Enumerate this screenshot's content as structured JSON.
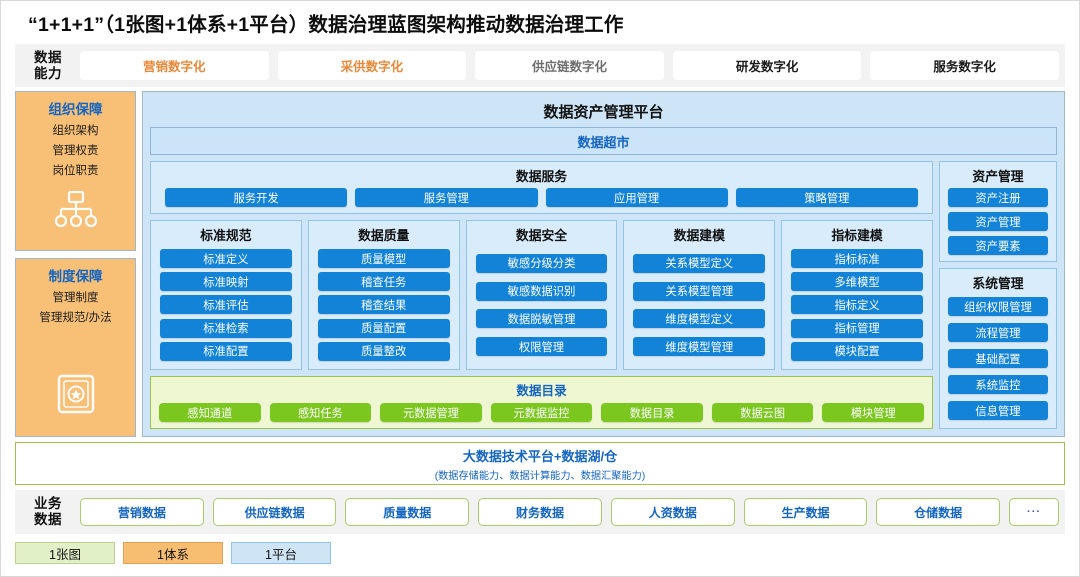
{
  "title": "“1+1+1”（1张图+1体系+1平台）数据治理蓝图架构推动数据治理工作",
  "capability_row": {
    "label": "数据\n能力",
    "label_line1": "数据",
    "label_line2": "能力",
    "items": [
      {
        "label": "营销数字化",
        "style": "orange"
      },
      {
        "label": "采供数字化",
        "style": "orange"
      },
      {
        "label": "供应链数字化",
        "style": "grey"
      },
      {
        "label": "研发数字化",
        "style": "dark"
      },
      {
        "label": "服务数字化",
        "style": "dark"
      }
    ]
  },
  "left_column": {
    "org_guarantee": {
      "title": "组织保障",
      "lines": [
        "组织架构",
        "管理权责",
        "岗位职责"
      ],
      "icon": "org-chart-icon"
    },
    "system_guarantee": {
      "title": "制度保障",
      "lines": [
        "管理制度",
        "管理规范/办法"
      ],
      "icon": "certificate-icon"
    }
  },
  "platform": {
    "title": "数据资产管理平台",
    "mart": "数据超市",
    "data_service": {
      "title": "数据服务",
      "items": [
        "服务开发",
        "服务管理",
        "应用管理",
        "策略管理"
      ]
    },
    "columns": [
      {
        "title": "标准规范",
        "items": [
          "标准定义",
          "标准映射",
          "标准评估",
          "标准检索",
          "标准配置"
        ]
      },
      {
        "title": "数据质量",
        "items": [
          "质量模型",
          "稽查任务",
          "稽查结果",
          "质量配置",
          "质量整改"
        ]
      },
      {
        "title": "数据安全",
        "items": [
          "敏感分级分类",
          "敏感数据识别",
          "数据脱敏管理",
          "权限管理"
        ]
      },
      {
        "title": "数据建模",
        "items": [
          "关系模型定义",
          "关系模型管理",
          "维度模型定义",
          "维度模型管理"
        ]
      },
      {
        "title": "指标建模",
        "items": [
          "指标标准",
          "多维模型",
          "指标定义",
          "指标管理",
          "模块配置"
        ]
      }
    ],
    "catalog": {
      "title": "数据目录",
      "items": [
        "感知通道",
        "感知任务",
        "元数据管理",
        "元数据监控",
        "数据目录",
        "数据云图",
        "模块管理"
      ]
    },
    "side_panels": [
      {
        "title": "资产管理",
        "items": [
          "资产注册",
          "资产管理",
          "资产要素"
        ]
      },
      {
        "title": "系统管理",
        "items": [
          "组织权限管理",
          "流程管理",
          "基础配置",
          "系统监控",
          "信息管理"
        ]
      }
    ]
  },
  "bigdata": {
    "main": "大数据技术平台+数据湖/仓",
    "sub": "(数据存储能力、数据计算能力、数据汇聚能力)"
  },
  "business_row": {
    "label_line1": "业务",
    "label_line2": "数据",
    "items": [
      "营销数据",
      "供应链数据",
      "质量数据",
      "财务数据",
      "人资数据",
      "生产数据",
      "仓储数据"
    ],
    "more": "···"
  },
  "legend": [
    {
      "label": "1张图",
      "color": "#e2f0c8"
    },
    {
      "label": "1体系",
      "color": "#f7be72"
    },
    {
      "label": "1平台",
      "color": "#cfe5f6"
    }
  ],
  "colors": {
    "blue_button": "#1283d6",
    "green_button": "#7cc620",
    "orange_panel": "#f8c077",
    "platform_bg": "#cde5f7",
    "panel_bg": "#d8ecfb",
    "accent_blue_text": "#1565c0",
    "orange_text": "#e8883a"
  }
}
